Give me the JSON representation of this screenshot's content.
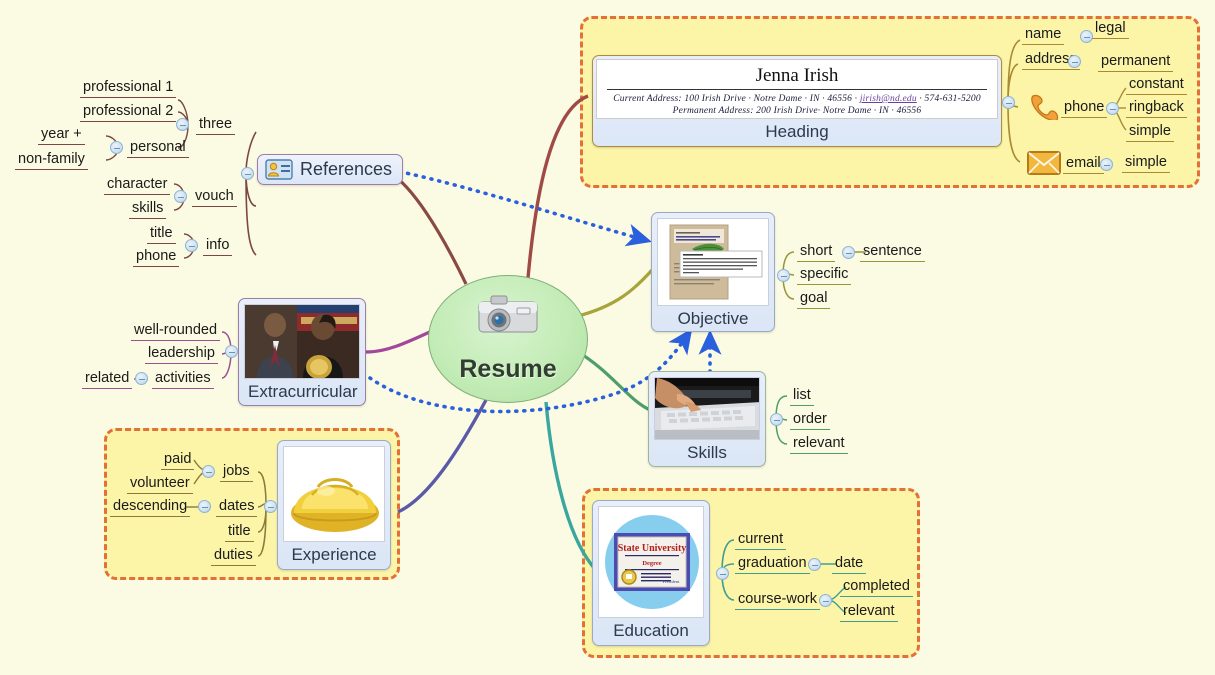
{
  "canvas": {
    "background": "#fbfbe3",
    "boundary_color": "#e2703a",
    "boundary_fill": "#fcf5a8"
  },
  "center": {
    "label": "Resume",
    "icon": "camera-icon"
  },
  "heading_node": {
    "caption": "Heading",
    "document": {
      "name": "Jenna Irish",
      "current_address_label": "Current Address:",
      "current_address": "100 Irish Drive · Notre Dame · IN ·  46556 ·",
      "email": "jirish@nd.edu",
      "phone": "· 574-631-5200",
      "permanent_address_label": "Permanent Address:",
      "permanent_address": "200 Irish Drive· Notre Dame ·  IN · 46556"
    },
    "children": [
      {
        "label": "name",
        "icon": null,
        "sub": [
          "legal"
        ]
      },
      {
        "label": "address",
        "icon": null,
        "sub": [
          "permanent"
        ]
      },
      {
        "label": "phone",
        "icon": "phone-icon",
        "sub": [
          "constant",
          "ringback",
          "simple"
        ]
      },
      {
        "label": "email",
        "icon": "email-icon",
        "sub": [
          "simple"
        ]
      }
    ]
  },
  "references_node": {
    "caption": "References",
    "icon": "contact-card-icon",
    "children": [
      {
        "label": "three",
        "sub": [
          "professional 1",
          "professional 2",
          "personal"
        ]
      },
      {
        "label": "personal",
        "sub": [
          "year +",
          "non-family"
        ]
      },
      {
        "label": "vouch",
        "sub": [
          "character",
          "skills"
        ]
      },
      {
        "label": "info",
        "sub": [
          "title",
          "phone"
        ]
      }
    ],
    "flat_labels": {
      "professional_1": "professional 1",
      "professional_2": "professional 2",
      "personal": "personal",
      "year_plus": "year +",
      "non_family": "non-family",
      "three": "three",
      "character": "character",
      "skills": "skills",
      "vouch": "vouch",
      "title": "title",
      "phone": "phone",
      "info": "info"
    }
  },
  "extracurricular_node": {
    "caption": "Extracurricular",
    "image": "award-photo",
    "children": [
      "well-rounded",
      "leadership",
      "activities"
    ],
    "activities_sub": [
      "related"
    ]
  },
  "experience_node": {
    "caption": "Experience",
    "image": "hard-hat-photo",
    "children": [
      "jobs",
      "dates",
      "title",
      "duties"
    ],
    "jobs_sub": [
      "paid",
      "volunteer"
    ],
    "dates_sub": [
      "descending"
    ]
  },
  "objective_node": {
    "caption": "Objective",
    "image": "document-thumbnail",
    "children": [
      "short",
      "specific",
      "goal"
    ],
    "short_sub": [
      "sentence"
    ]
  },
  "skills_node": {
    "caption": "Skills",
    "image": "laptop-keyboard-photo",
    "children": [
      "list",
      "order",
      "relevant"
    ]
  },
  "education_node": {
    "caption": "Education",
    "image": "diploma-photo",
    "diploma": {
      "school": "State University",
      "line": "Degree",
      "signature": "President"
    },
    "children": [
      "current",
      "graduation",
      "course-work"
    ],
    "graduation_sub": [
      "date"
    ],
    "coursework_sub": [
      "completed",
      "relevant"
    ]
  },
  "branch_colors": {
    "references": "#8a4a44",
    "heading": "#a04a46",
    "objective": "#a9a33c",
    "skills": "#4f9e6a",
    "education": "#3aa6a0",
    "experience": "#5a5aa8",
    "extracurricular": "#a3479a",
    "relationship": "#2a5fdd"
  }
}
